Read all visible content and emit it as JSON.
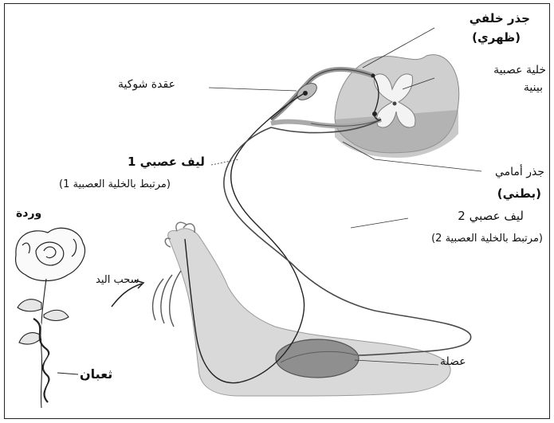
{
  "labels": {
    "dorsal_root_line1": "جذر خلفي",
    "dorsal_root_line2": "(ظهري)",
    "interneuron_line1": "خلية عصبية",
    "interneuron_line2": "بينية",
    "spinal_ganglion": "عقدة شوكية",
    "nerve_fiber_1": "ليف عصبي 1",
    "nerve_fiber_1_note": "(مرتبط بالخلية العصبية 1)",
    "ventral_root_line1": "جذر أمامي",
    "ventral_root_line2": "(بطني)",
    "rose": "وردة",
    "nerve_fiber_2": "ليف عصبي 2",
    "nerve_fiber_2_note": "(مرتبط بالخلية العصبية 2)",
    "hand_withdrawal": "سحب اليد",
    "muscle": "عضلة",
    "snake": "ثعبان"
  }
}
